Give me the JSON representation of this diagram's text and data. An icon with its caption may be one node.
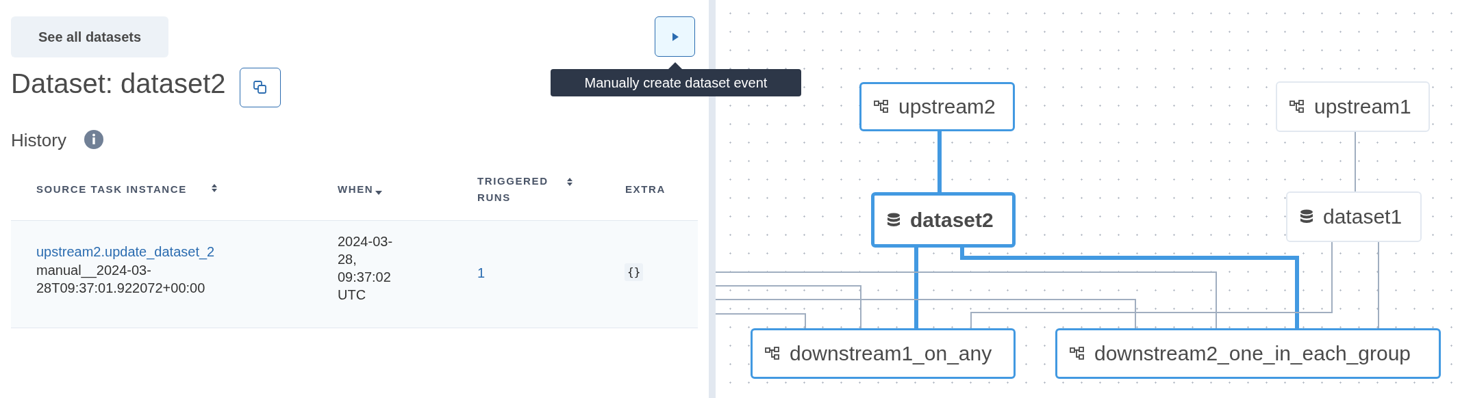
{
  "diagram": {
    "title": "Dataset: dataset2",
    "nodes": [
      {
        "text": [
          "upstream2"
        ]
      },
      {
        "text": [
          "upstream1"
        ]
      },
      {
        "text": [
          "dataset2"
        ]
      },
      {
        "text": [
          "dataset1"
        ]
      },
      {
        "text": [
          "downstream1_on_any"
        ]
      },
      {
        "text": [
          "downstream2_one_in_each_group"
        ]
      }
    ],
    "edges": [
      {
        "from": 0,
        "to": 2,
        "arrow": "none",
        "style": "thick",
        "color": "#4299e1"
      },
      {
        "from": 1,
        "to": 3,
        "arrow": "none"
      },
      {
        "from": 2,
        "to": 4,
        "arrow": "none",
        "style": "thick",
        "color": "#4299e1"
      },
      {
        "from": 2,
        "to": 5,
        "arrow": "none",
        "style": "thick",
        "color": "#4299e1"
      },
      {
        "from": 3,
        "to": 4,
        "arrow": "none"
      },
      {
        "from": 3,
        "to": 5,
        "arrow": "none"
      },
      {
        "from": null,
        "to": 5,
        "arrow": "none"
      },
      {
        "from": null,
        "to": 4,
        "arrow": "none"
      },
      {
        "from": null,
        "to": 5,
        "arrow": "none"
      },
      {
        "from": null,
        "to": 4,
        "arrow": "none"
      }
    ],
    "labels": [
      "See all datasets",
      "Manually create dataset event",
      "History",
      "SOURCE TASK INSTANCE",
      "WHEN",
      "TRIGGERED RUNS",
      "EXTRA",
      "upstream2.update_dataset_2",
      "manual__2024-03-28T09:37:01.922072+00:00",
      "2024-03-28, 09:37:02 UTC",
      "1",
      "{}"
    ]
  }
}
